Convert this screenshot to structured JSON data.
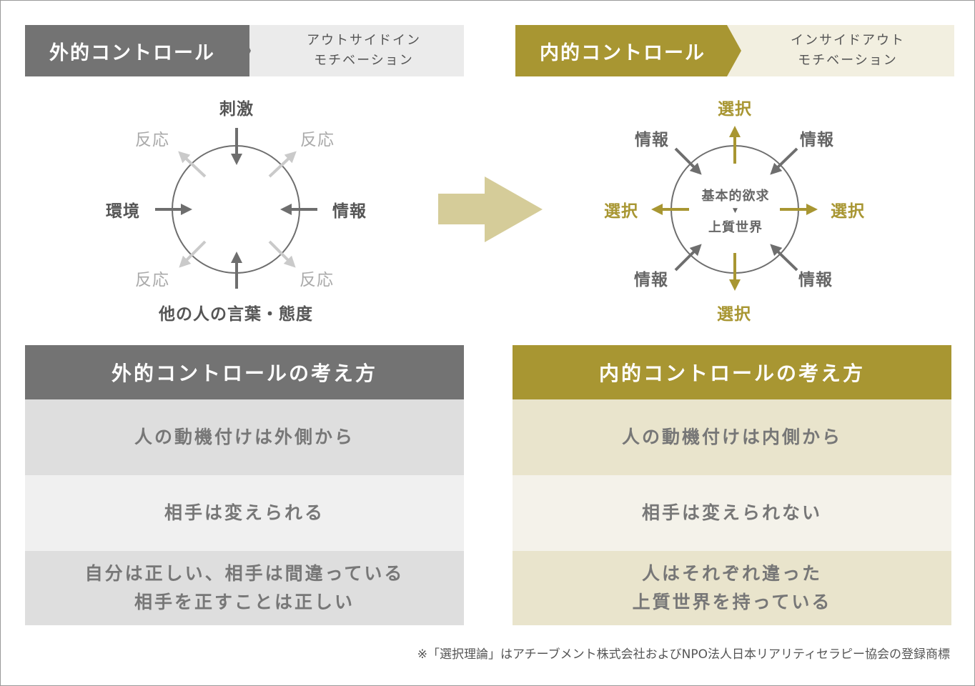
{
  "left_header": {
    "title": "外的コントロール",
    "sub1": "アウトサイドイン",
    "sub2": "モチベーション"
  },
  "right_header": {
    "title": "内的コントロール",
    "sub1": "インサイドアウト",
    "sub2": "モチベーション"
  },
  "left_diagram": {
    "top": "刺激",
    "left": "環境",
    "right": "情報",
    "bottom": "他の人の言葉・態度",
    "reaction": "反応"
  },
  "right_diagram": {
    "choice": "選択",
    "info": "情報",
    "center1": "基本的欲求",
    "center_arrow": "▼",
    "center2": "上質世界"
  },
  "left_table": {
    "header": "外的コントロールの考え方",
    "rows": [
      "人の動機付けは外側から",
      "相手は変えられる",
      "自分は正しい、相手は間違っている",
      "相手を正すことは正しい"
    ]
  },
  "right_table": {
    "header": "内的コントロールの考え方",
    "rows": [
      "人の動機付けは内側から",
      "相手は変えられない",
      "人はそれぞれ違った",
      "上質世界を持っている"
    ]
  },
  "footnote": "※「選択理論」はアチーブメント株式会社およびNPO法人日本リアリティセラピー協会の登録商標",
  "colors": {
    "gray": "#737373",
    "gold": "#a89632",
    "arrow_big": "#d5cc99"
  }
}
